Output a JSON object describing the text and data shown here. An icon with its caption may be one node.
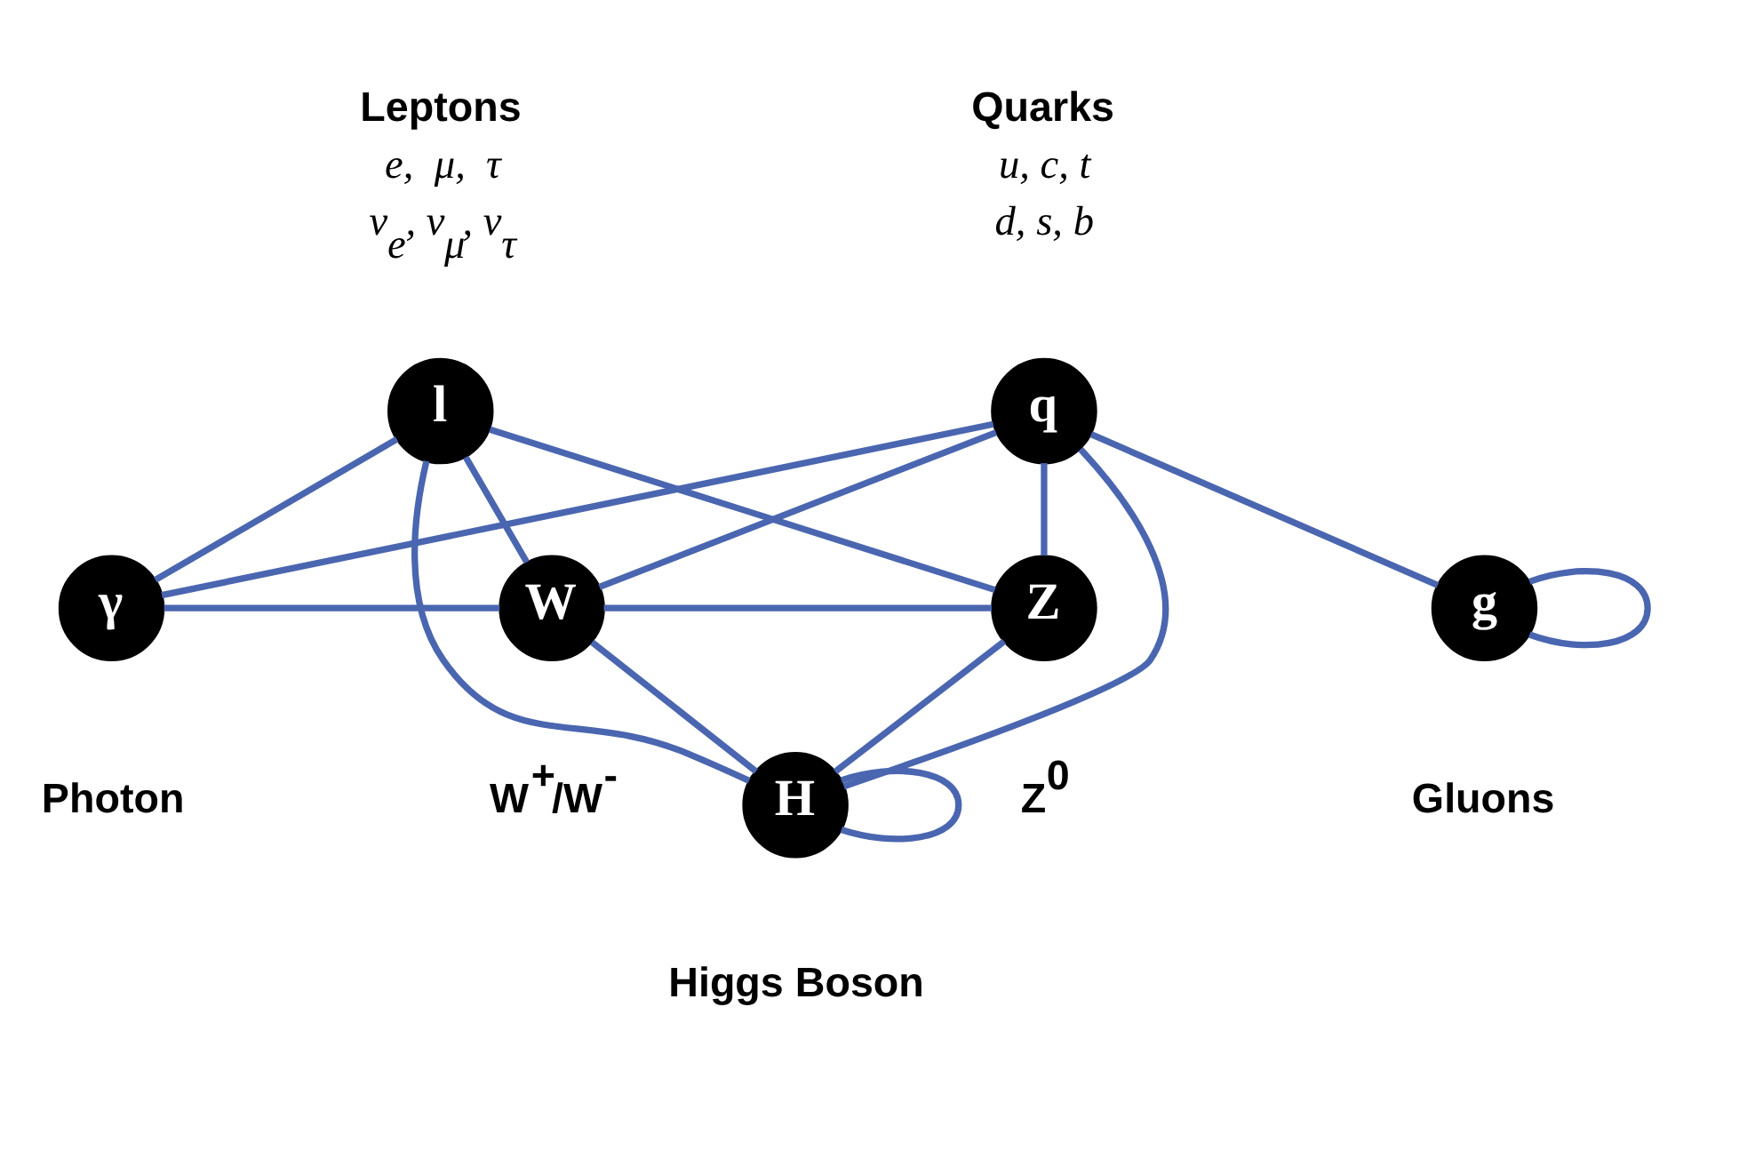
{
  "diagram": {
    "nodes": [
      {
        "text": [
          "l"
        ],
        "beside": [
          "Leptons",
          "e,  μ,  τ",
          "ν$_{e}$, ν$_{μ}$, ν$_{τ}$"
        ]
      },
      {
        "text": [
          "q"
        ],
        "beside": [
          "Quarks",
          "u, c, t",
          "d, s, b"
        ]
      },
      {
        "text": [
          "γ"
        ],
        "beside": [
          "Photon"
        ]
      },
      {
        "text": [
          "W"
        ],
        "beside": [
          "W$^{+}$/W$^{-}$"
        ]
      },
      {
        "text": [
          "Z"
        ],
        "beside": [
          "Z$^{0}$"
        ]
      },
      {
        "text": [
          "g"
        ],
        "beside": [
          "Gluons"
        ]
      },
      {
        "text": [
          "H"
        ],
        "beside": [
          "Higgs Boson"
        ]
      }
    ],
    "edges": [
      {
        "from": 0,
        "to": 2,
        "arrow": "none"
      },
      {
        "from": 0,
        "to": 3,
        "arrow": "none"
      },
      {
        "from": 0,
        "to": 4,
        "arrow": "none"
      },
      {
        "from": 0,
        "to": 6,
        "arrow": "none"
      },
      {
        "from": 1,
        "to": 2,
        "arrow": "none"
      },
      {
        "from": 1,
        "to": 3,
        "arrow": "none"
      },
      {
        "from": 1,
        "to": 4,
        "arrow": "none"
      },
      {
        "from": 1,
        "to": 5,
        "arrow": "none"
      },
      {
        "from": 1,
        "to": 6,
        "arrow": "none"
      },
      {
        "from": 2,
        "to": 3,
        "arrow": "none"
      },
      {
        "from": 3,
        "to": 4,
        "arrow": "none"
      },
      {
        "from": 3,
        "to": 6,
        "arrow": "none"
      },
      {
        "from": 4,
        "to": 6,
        "arrow": "none"
      },
      {
        "from": 5,
        "to": 5,
        "arrow": "none"
      },
      {
        "from": 6,
        "to": 6,
        "arrow": "none"
      }
    ]
  }
}
